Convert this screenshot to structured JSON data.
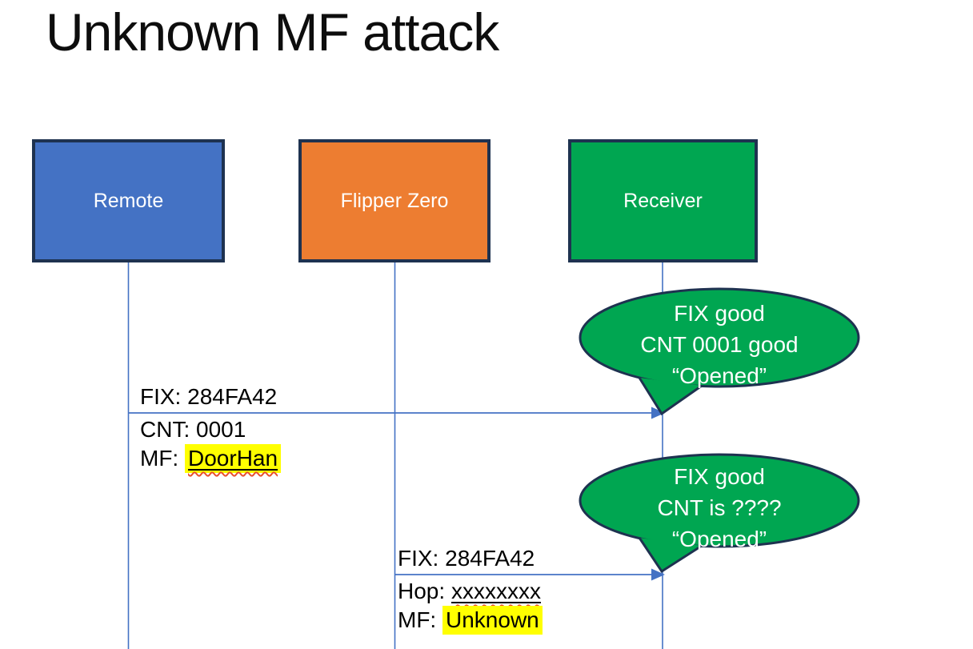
{
  "slide": {
    "title": "Unknown MF attack"
  },
  "colors": {
    "remote_fill": "#4472C4",
    "flipper_fill": "#ED7D31",
    "receiver_fill": "#00A651",
    "box_border": "#1E3250",
    "line_blue": "#4472C4",
    "highlight_yellow": "#FFFF00",
    "spellcheck_red": "#E8502E",
    "callout_fill": "#00A651",
    "text_white": "#FFFFFF"
  },
  "actors": [
    {
      "label": "Remote"
    },
    {
      "label": "Flipper Zero"
    },
    {
      "label": "Receiver"
    }
  ],
  "messages": [
    {
      "from": "Remote",
      "to": "Receiver",
      "above_line": "FIX: 284FA42",
      "below_lines": [
        {
          "prefix": "CNT: ",
          "value": "0001"
        },
        {
          "prefix": "MF: ",
          "value": "DoorHan"
        }
      ]
    },
    {
      "from": "Flipper Zero",
      "to": "Receiver",
      "above_line": "FIX: 284FA42",
      "below_lines": [
        {
          "prefix": "Hop: ",
          "value": "xxxxxxxx"
        },
        {
          "prefix": "MF: ",
          "value": "Unknown"
        }
      ]
    }
  ],
  "callouts": [
    {
      "speaker": "Receiver",
      "lines": [
        "FIX good",
        "CNT 0001 good",
        "“Opened”"
      ]
    },
    {
      "speaker": "Receiver",
      "lines": [
        "FIX good",
        "CNT is ????",
        "“Opened”"
      ]
    }
  ]
}
